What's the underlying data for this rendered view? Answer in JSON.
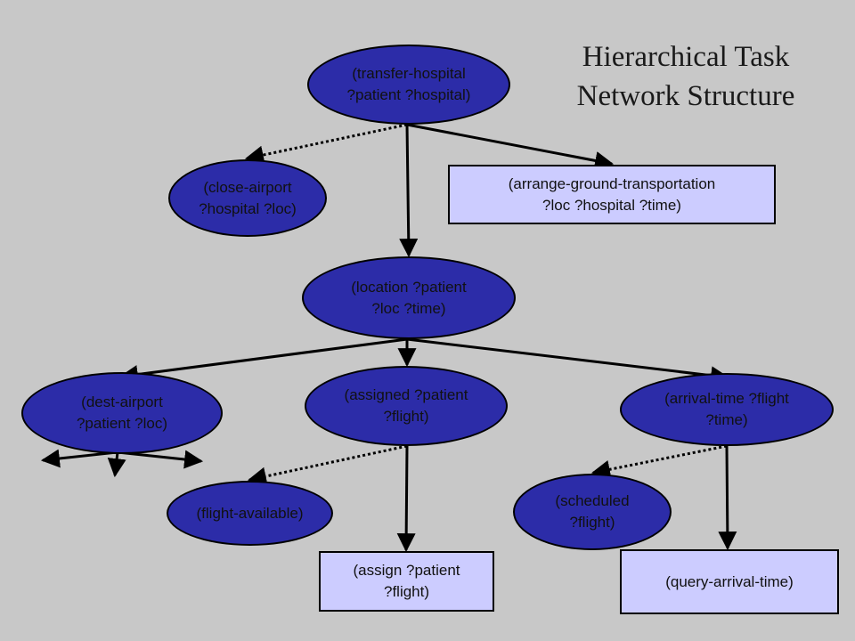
{
  "title": {
    "line1": "Hierarchical Task",
    "line2": "Network Structure"
  },
  "colors": {
    "background": "#c8c8c8",
    "ellipse_fill": "#2c2ca8",
    "rect_fill": "#ccccff",
    "edge": "#000000"
  },
  "nodes": {
    "transfer_hospital": {
      "shape": "ellipse",
      "lines": [
        "(transfer-hospital",
        "?patient ?hospital)"
      ]
    },
    "close_airport": {
      "shape": "ellipse",
      "lines": [
        "(close-airport",
        "?hospital ?loc)"
      ]
    },
    "arrange_ground_transportation": {
      "shape": "rectangle",
      "lines": [
        "(arrange-ground-transportation",
        "?loc ?hospital ?time)"
      ]
    },
    "location": {
      "shape": "ellipse",
      "lines": [
        "(location ?patient",
        "?loc ?time)"
      ]
    },
    "dest_airport": {
      "shape": "ellipse",
      "lines": [
        "(dest-airport",
        "?patient ?loc)"
      ]
    },
    "assigned": {
      "shape": "ellipse",
      "lines": [
        "(assigned ?patient",
        "?flight)"
      ]
    },
    "arrival_time": {
      "shape": "ellipse",
      "lines": [
        "(arrival-time ?flight",
        "?time)"
      ]
    },
    "flight_available": {
      "shape": "ellipse",
      "lines": [
        "(flight-available)"
      ]
    },
    "scheduled": {
      "shape": "ellipse",
      "lines": [
        "(scheduled",
        "?flight)"
      ]
    },
    "assign": {
      "shape": "rectangle",
      "lines": [
        "(assign ?patient",
        "?flight)"
      ]
    },
    "query_arrival_time": {
      "shape": "rectangle",
      "lines": [
        "(query-arrival-time)"
      ]
    }
  },
  "edges": [
    {
      "from": "transfer_hospital",
      "to": "close_airport",
      "style": "dotted"
    },
    {
      "from": "transfer_hospital",
      "to": "location",
      "style": "solid"
    },
    {
      "from": "transfer_hospital",
      "to": "arrange_ground_transportation",
      "style": "solid"
    },
    {
      "from": "location",
      "to": "dest_airport",
      "style": "solid"
    },
    {
      "from": "location",
      "to": "assigned",
      "style": "solid"
    },
    {
      "from": "location",
      "to": "arrival_time",
      "style": "solid"
    },
    {
      "from": "assigned",
      "to": "flight_available",
      "style": "dotted"
    },
    {
      "from": "assigned",
      "to": "assign",
      "style": "solid"
    },
    {
      "from": "arrival_time",
      "to": "scheduled",
      "style": "dotted"
    },
    {
      "from": "arrival_time",
      "to": "query_arrival_time",
      "style": "solid"
    },
    {
      "from": "dest_airport",
      "to": "unexpanded-left",
      "style": "solid"
    },
    {
      "from": "dest_airport",
      "to": "unexpanded-down",
      "style": "solid"
    },
    {
      "from": "dest_airport",
      "to": "unexpanded-right",
      "style": "solid"
    }
  ]
}
